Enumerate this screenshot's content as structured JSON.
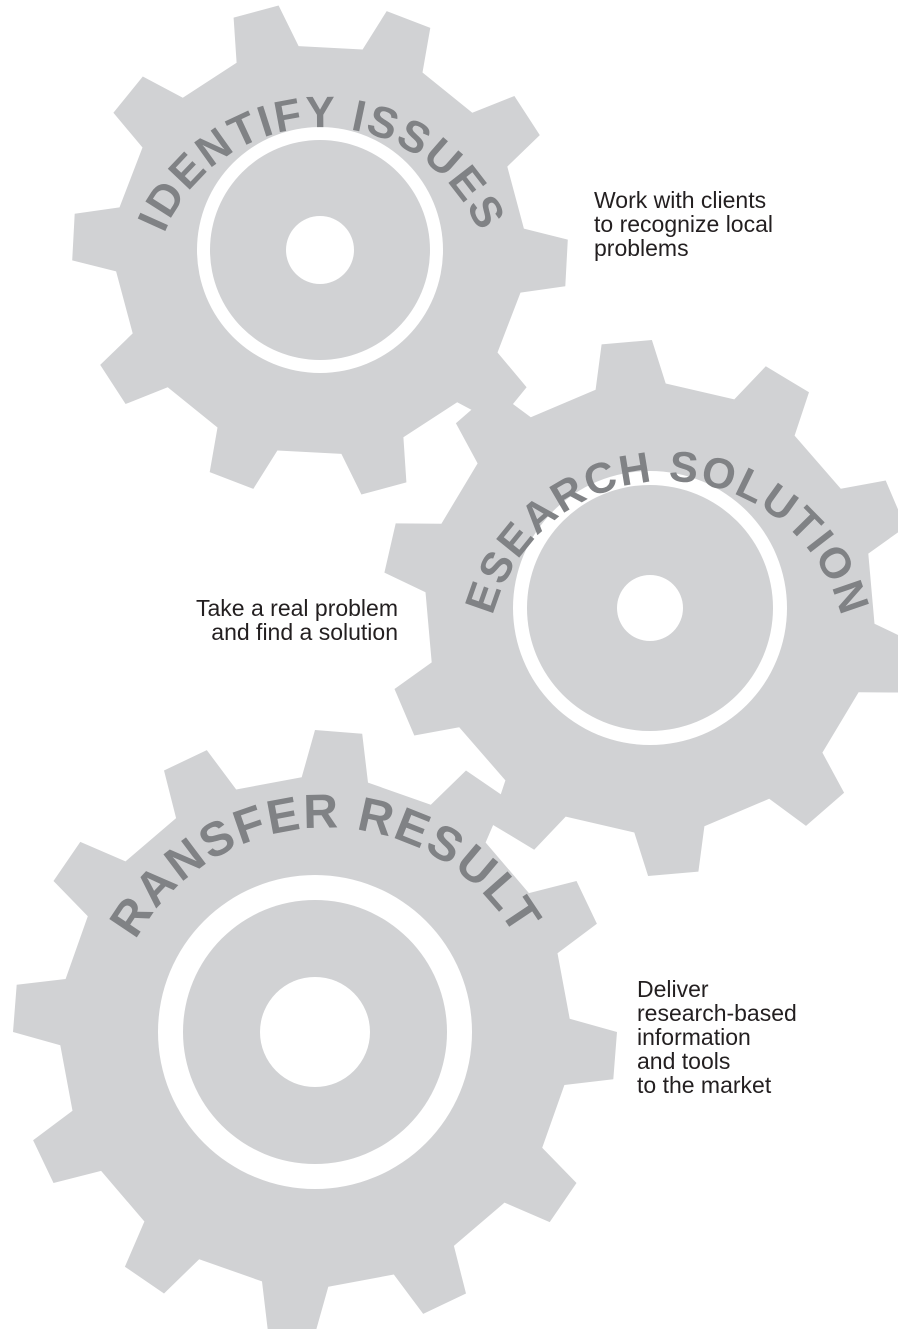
{
  "colors": {
    "gear": "#d1d2d4",
    "gear_text": "#808285",
    "hole": "#ffffff",
    "body_text": "#231f20"
  },
  "gears": [
    {
      "id": "identify",
      "label": "IDENTIFY ISSUES",
      "description": "Work with clients\nto recognize local\nproblems"
    },
    {
      "id": "research",
      "label": "RESEARCH SOLUTIONS",
      "description": "Take a real problem\nand find a solution"
    },
    {
      "id": "transfer",
      "label": "TRANSFER RESULTS",
      "description": "Deliver\nresearch-based\ninformation\nand tools\nto the market"
    }
  ]
}
